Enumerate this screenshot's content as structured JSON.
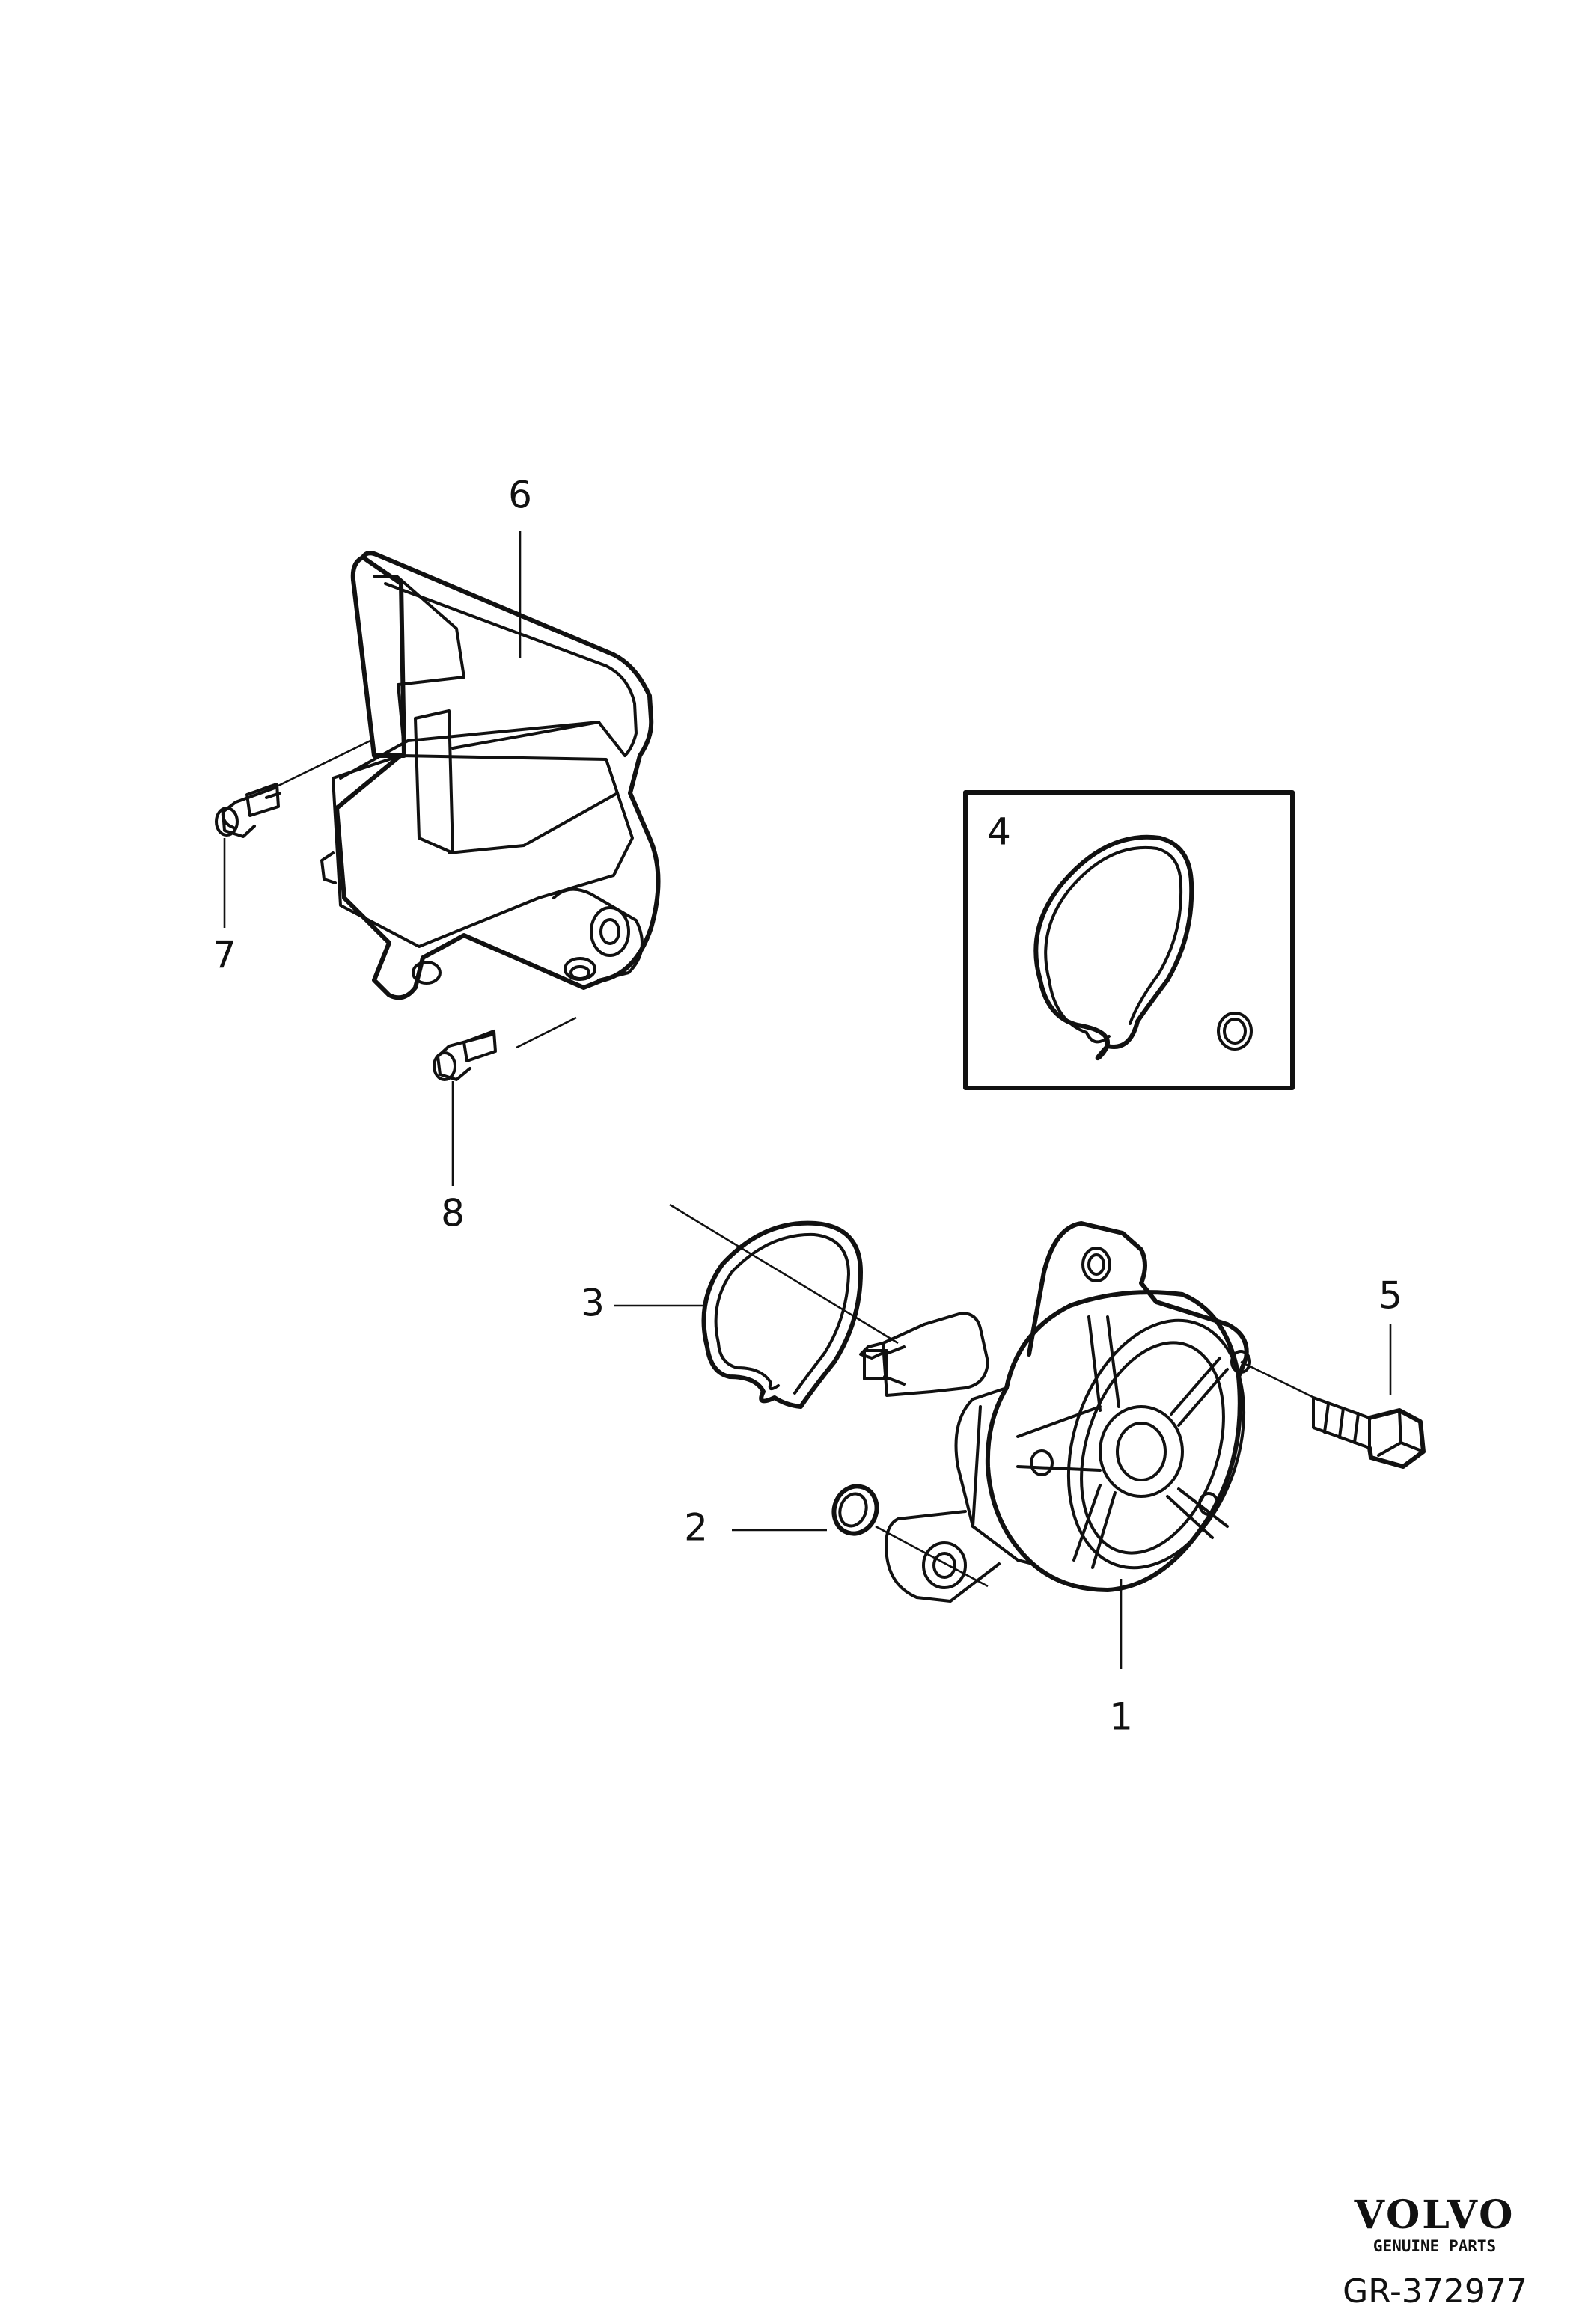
{
  "callouts": [
    {
      "id": "1",
      "label": "1"
    },
    {
      "id": "2",
      "label": "2"
    },
    {
      "id": "3",
      "label": "3"
    },
    {
      "id": "4",
      "label": "4"
    },
    {
      "id": "5",
      "label": "5"
    },
    {
      "id": "6",
      "label": "6"
    },
    {
      "id": "7",
      "label": "7"
    },
    {
      "id": "8",
      "label": "8"
    }
  ],
  "brand": {
    "logo": "VOLVO",
    "subtitle": "GENUINE PARTS"
  },
  "drawing_number": "GR-372977",
  "colors": {
    "ink": "#111111",
    "background": "#ffffff"
  }
}
